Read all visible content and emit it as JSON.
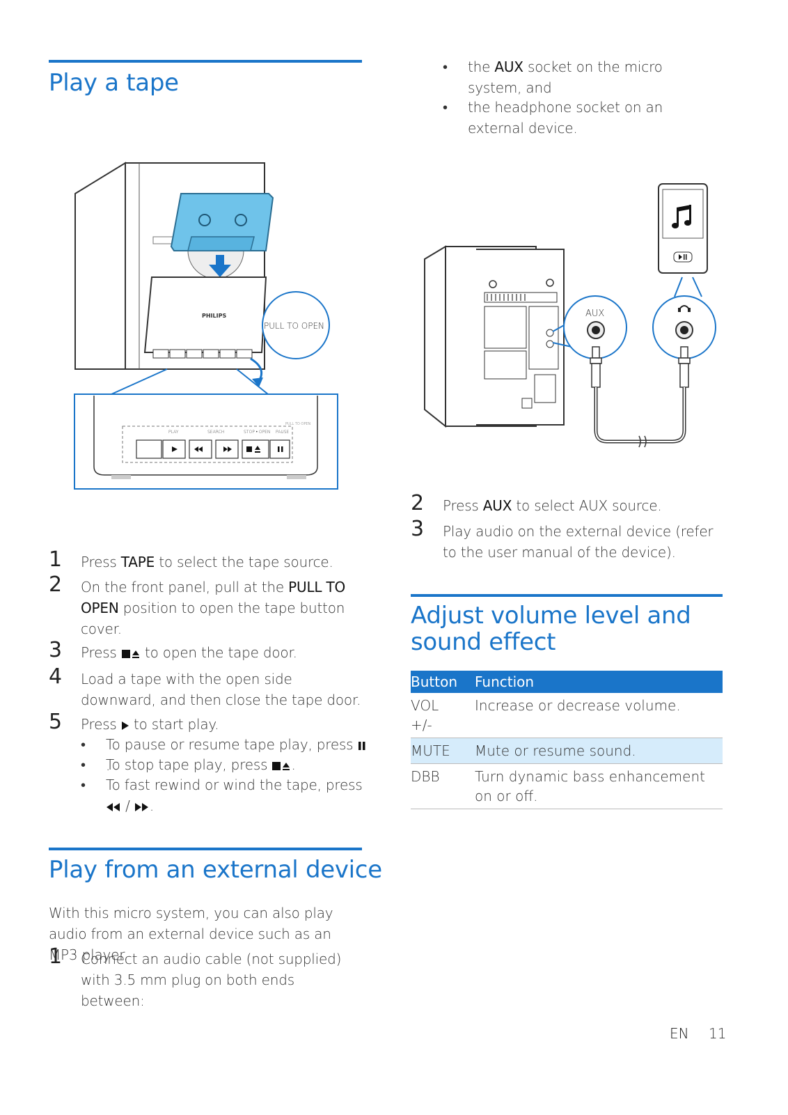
{
  "sections": {
    "play_tape": {
      "title": "Play a tape",
      "callout": "PULL TO OPEN",
      "panel_labels": {
        "play": "PLAY",
        "search": "SEARCH",
        "stop_open": "STOP • OPEN",
        "pause": "PAUSE",
        "pull_to_open": "PULL TO OPEN"
      },
      "device_brand": "PHILIPS",
      "steps": [
        {
          "num": "1",
          "pre": "Press ",
          "key": "TAPE",
          "post": " to select the tape source."
        },
        {
          "num": "2",
          "pre": "On the front panel, pull at the ",
          "key": "PULL TO OPEN",
          "post": " position to open the tape button cover."
        },
        {
          "num": "3",
          "pre": "Press ",
          "post": " to open the tape door."
        },
        {
          "num": "4",
          "text": "Load a tape with the open side downward, and then close the tape door."
        },
        {
          "num": "5",
          "pre": "Press ",
          "post": " to start play."
        }
      ],
      "bullets": [
        {
          "pre": "To pause or resume tape play, press ",
          "post": "."
        },
        {
          "pre": "To stop tape play, press ",
          "post": "."
        },
        {
          "pre": "To fast rewind or wind the tape, press",
          "sep": " / ",
          "post": "."
        }
      ]
    },
    "external": {
      "title": "Play from an external device",
      "intro": "With this micro system, you can also play audio from an external device such as an MP3 player.",
      "step1": {
        "num": "1",
        "text": "Connect an audio cable (not supplied) with 3.5 mm plug on both ends between:"
      },
      "bullets": [
        {
          "pre": "the ",
          "key": "AUX",
          "post": " socket on the micro system, and"
        },
        {
          "text": "the headphone socket on an external device."
        }
      ],
      "aux_label": "AUX",
      "steps": [
        {
          "num": "2",
          "pre": "Press ",
          "key": "AUX",
          "post": " to select AUX source."
        },
        {
          "num": "3",
          "text": "Play audio on the external device (refer to the user manual of the device)."
        }
      ]
    },
    "volume": {
      "title_line1": "Adjust volume level and",
      "title_line2": "sound effect",
      "table": {
        "headers": [
          "Button",
          "Function"
        ],
        "rows": [
          {
            "button": "VOL +/-",
            "function": "Increase or decrease volume."
          },
          {
            "button": "MUTE",
            "function": "Mute or resume sound."
          },
          {
            "button": "DBB",
            "function": "Turn dynamic bass enhancement on or off."
          }
        ]
      }
    }
  },
  "footer": {
    "lang": "EN",
    "page": "11"
  },
  "colors": {
    "accent": "#1a75c9",
    "table_alt": "#d6ecfb",
    "cassette": "#6fc3ea"
  },
  "icons": [
    "stop-icon",
    "eject-icon",
    "play-icon",
    "pause-icon",
    "rewind-icon",
    "fast-forward-icon",
    "music-note-icon",
    "headphone-icon"
  ]
}
